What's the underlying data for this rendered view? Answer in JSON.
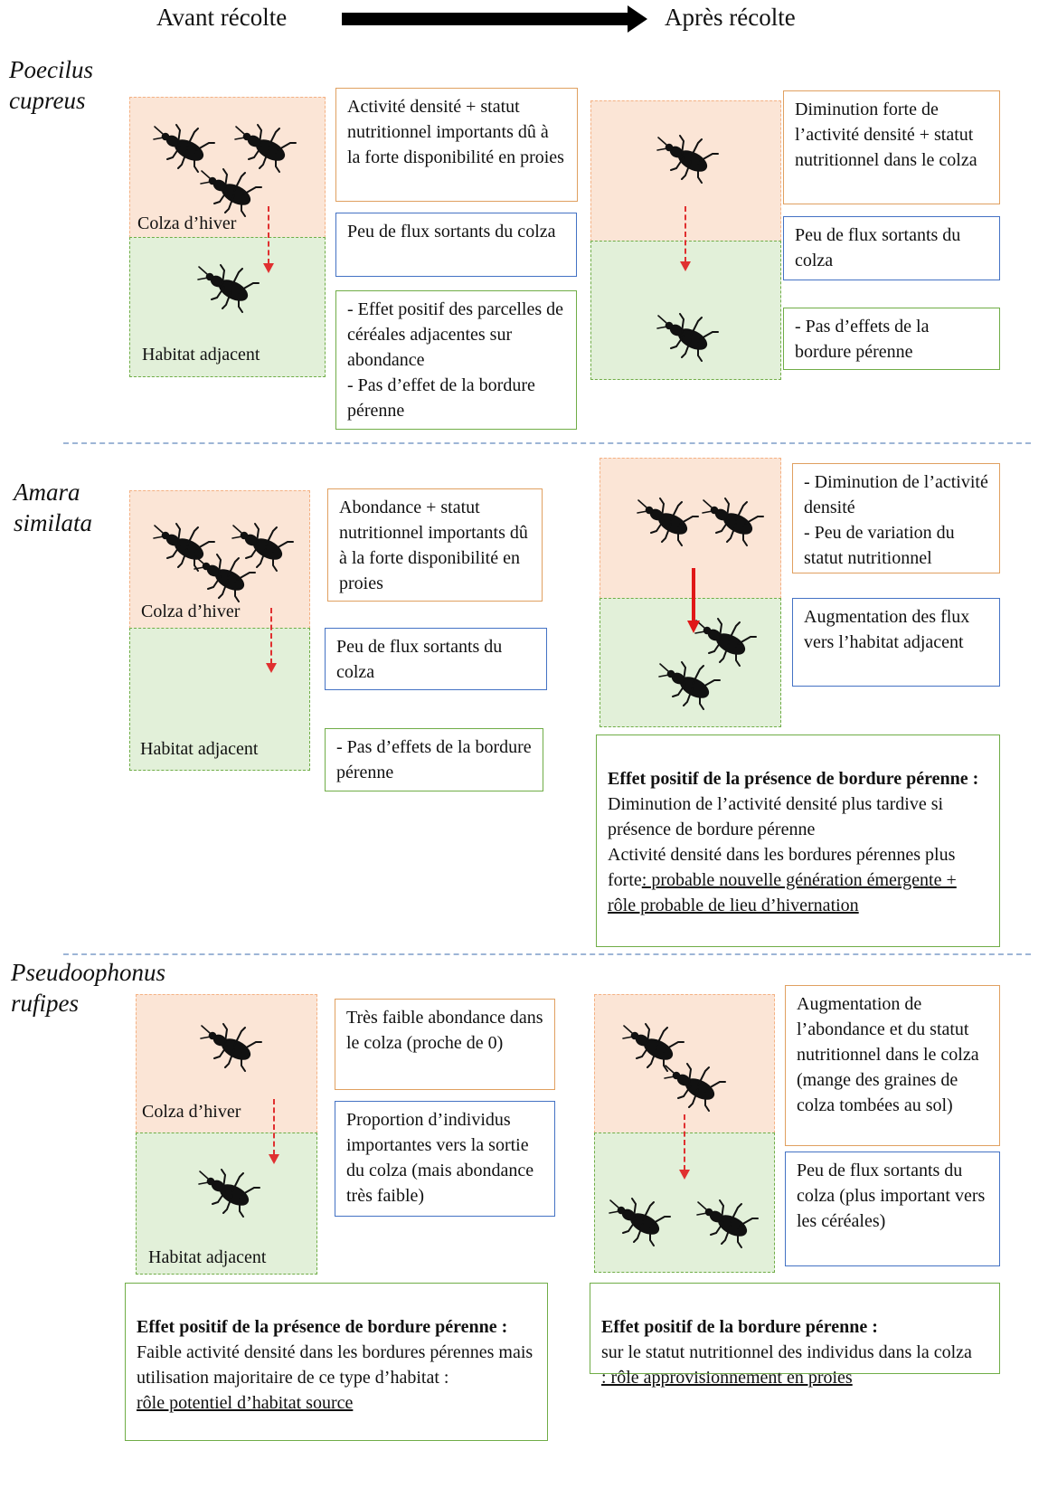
{
  "header": {
    "before": "Avant récolte",
    "after": "Après récolte"
  },
  "labels": {
    "colza": "Colza d’hiver",
    "habitat": "Habitat adjacent"
  },
  "icons": {
    "beetle": "ground-beetle-silhouette",
    "arrow": "red-arrow-down"
  },
  "colors": {
    "crop": "#fbe5d6",
    "adjacent": "#e2f0d9",
    "arrow": "#e03030",
    "observation_border": "#e0a060",
    "flux_border": "#4472c4",
    "effect_border": "#70ad47"
  },
  "poecilus": {
    "name": "Poecilus\ncupreus",
    "before_activity": "Activité densité + statut nutritionnel importants dû à la forte disponibilité en proies",
    "before_flux": "Peu de flux sortants du colza",
    "before_effect": "- Effet positif des parcelles de céréales adjacentes sur abondance\n- Pas d’effet de la bordure pérenne",
    "after_activity": "Diminution forte de l’activité densité + statut nutritionnel dans le colza",
    "after_flux": "Peu de flux sortants du colza",
    "after_effect": "- Pas d’effets de la bordure pérenne"
  },
  "amara": {
    "name": "Amara\nsimilata",
    "before_activity": "Abondance + statut nutritionnel importants dû à la forte disponibilité en proies",
    "before_flux": "Peu de flux sortants du colza",
    "before_effect": "- Pas d’effets de la bordure pérenne",
    "after_activity": "- Diminution de l’activité densité\n- Peu de variation du statut nutritionnel",
    "after_flux": "Augmentation des flux vers l’habitat adjacent",
    "after_effect_title": "Effet positif de la présence de bordure pérenne :",
    "after_effect_text": "Diminution de l’activité densité plus tardive si présence de bordure pérenne\nActivité densité dans les bordures pérennes plus forte",
    "after_effect_underlined": ": probable nouvelle génération émergente + rôle probable de lieu d’hivernation"
  },
  "pseudo": {
    "name": "Pseudoophonus\nrufipes",
    "before_activity": "Très faible abondance dans le colza (proche de 0)",
    "before_flux": "Proportion d’individus importantes vers la sortie du colza (mais abondance très faible)",
    "before_effect_title": "Effet positif de la présence de bordure pérenne :",
    "before_effect_text": "Faible activité densité dans les bordures pérennes mais utilisation majoritaire de ce type d’habitat :",
    "before_effect_underlined": "rôle potentiel d’habitat source",
    "after_activity": "Augmentation de l’abondance et du statut nutritionnel dans le colza (mange des graines de colza tombées au sol)",
    "after_flux": "Peu de flux sortants du colza (plus important vers les céréales)",
    "after_effect_title": "Effet positif de la bordure pérenne :",
    "after_effect_text": "sur le statut nutritionnel des individus dans la colza",
    "after_effect_underlined": ": rôle approvisionnement en proies"
  }
}
